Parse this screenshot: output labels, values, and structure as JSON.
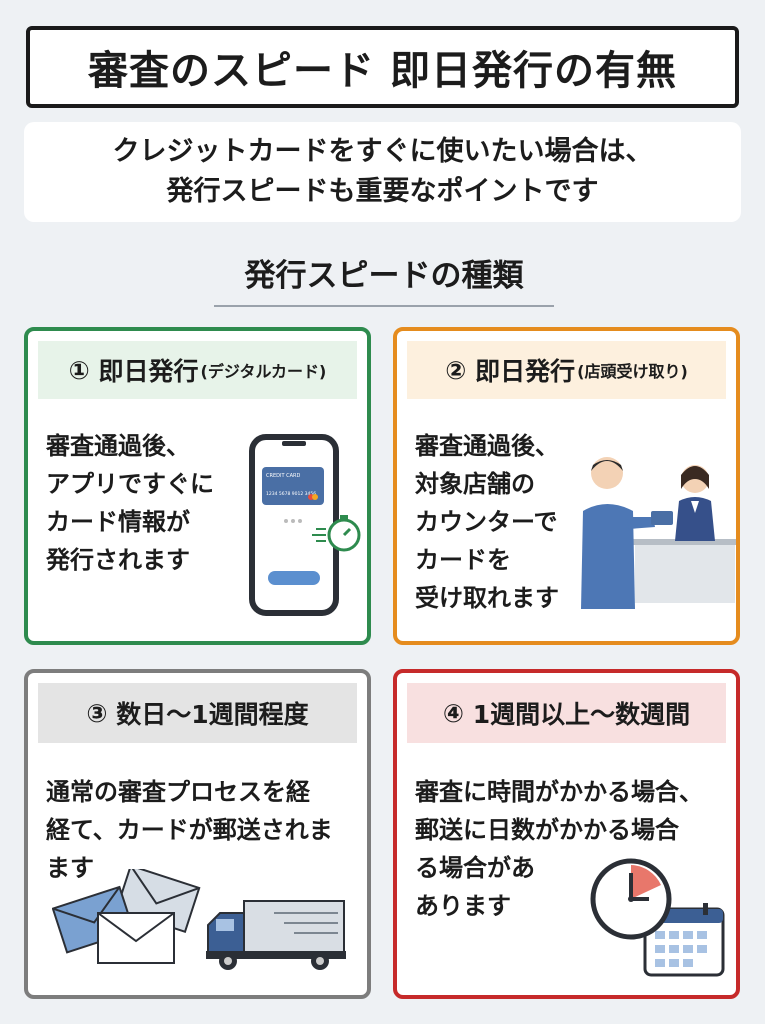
{
  "title": "審査のスピード 即日発行の有無",
  "intro": {
    "line1": "クレジットカードをすぐに使いたい場合は、",
    "line2": "発行スピードも重要なポイントです"
  },
  "section_title": "発行スピードの種類",
  "cards": [
    {
      "number": "①",
      "heading": "即日発行",
      "sub": "(デジタルカード)",
      "lines": [
        "審査通過後、",
        "アプリですぐに",
        "カード情報が",
        "発行されます"
      ],
      "phone_card_label": "CREDIT CARD",
      "phone_card_number": "1234 5678 9012 3456"
    },
    {
      "number": "②",
      "heading": "即日発行",
      "sub": "(店頭受け取り)",
      "lines": [
        "審査通過後、",
        "対象店舗の",
        "カウンターで",
        "カードを",
        "受け取れます"
      ]
    },
    {
      "number": "③",
      "heading": "数日～1週間程度",
      "sub": "",
      "lines": [
        "通常の審査プロセスを経",
        "経て、カードが郵送されま",
        "ます"
      ]
    },
    {
      "number": "④",
      "heading": "1週間以上～数週間",
      "sub": "",
      "lines": [
        "審査に時間がかかる場合、",
        "郵送に日数がかかる場合",
        "る場合があ",
        "あります"
      ]
    }
  ],
  "colors": {
    "green": "#2e8b4e",
    "orange": "#e58c1e",
    "gray": "#7d7d7d",
    "red": "#c62a2a"
  }
}
